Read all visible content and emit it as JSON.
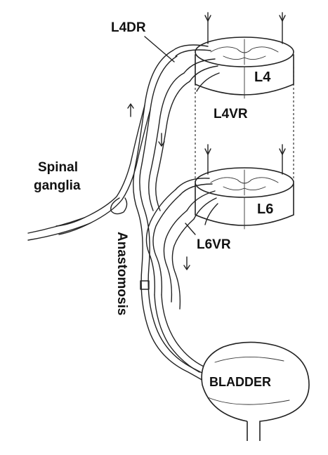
{
  "labels": {
    "l4dr": "L4DR",
    "l4": "L4",
    "l4vr": "L4VR",
    "spinal_ganglia_1": "Spinal",
    "spinal_ganglia_2": "ganglia",
    "l6": "L6",
    "anastomosis": "Anastomosis",
    "l6vr": "L6VR",
    "bladder": "BLADDER"
  },
  "colors": {
    "line": "#222222",
    "background": "#ffffff"
  }
}
